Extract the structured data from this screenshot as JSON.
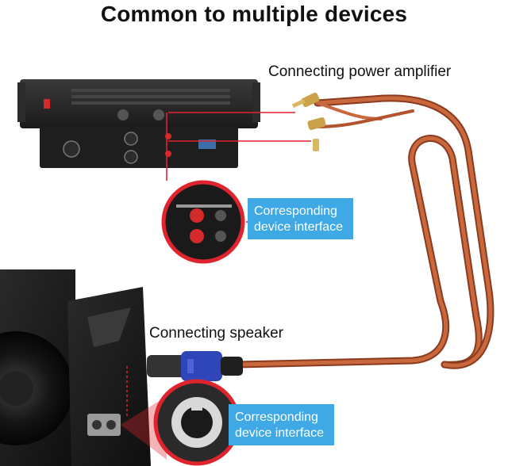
{
  "title": "Common to multiple devices",
  "labels": {
    "amplifier": "Connecting power amplifier",
    "speaker": "Connecting speaker"
  },
  "callouts": {
    "amplifier": {
      "line1": "Corresponding",
      "line2": "device interface"
    },
    "speaker": {
      "line1": "Corresponding",
      "line2": "device interface"
    }
  },
  "colors": {
    "accent_blue": "#3fa9e6",
    "guide_red": "#e0242e",
    "cable_copper": "#b4532f",
    "connector_blue": "#2f46b8"
  }
}
